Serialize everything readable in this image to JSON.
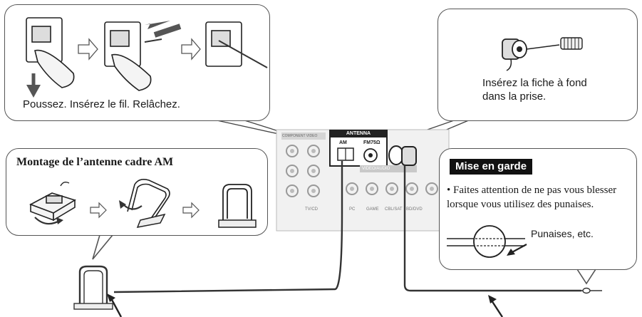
{
  "wire_steps_caption": "Poussez. Insérez le fil. Relâchez.",
  "plug_instruction": "Insérez la fiche à fond dans la prise.",
  "am_assembly_title": "Montage de l’antenne cadre AM",
  "caution": {
    "heading": "Mise en garde",
    "text": "• Faites attention de ne pas vous blesser lorsque vous utilisez des punaises.",
    "pins_label": "Punaises, etc."
  },
  "panel": {
    "antenna_header": "ANTENNA",
    "am_label": "AM",
    "fm_label": "FM75Ω",
    "component_video_label": "COMPONENT VIDEO",
    "video_audio_label": "VIDEO/AUDIO",
    "jack_labels": [
      "TV/CD",
      "PC",
      "GAME",
      "CBL/SAT",
      "BD/DVD"
    ]
  }
}
